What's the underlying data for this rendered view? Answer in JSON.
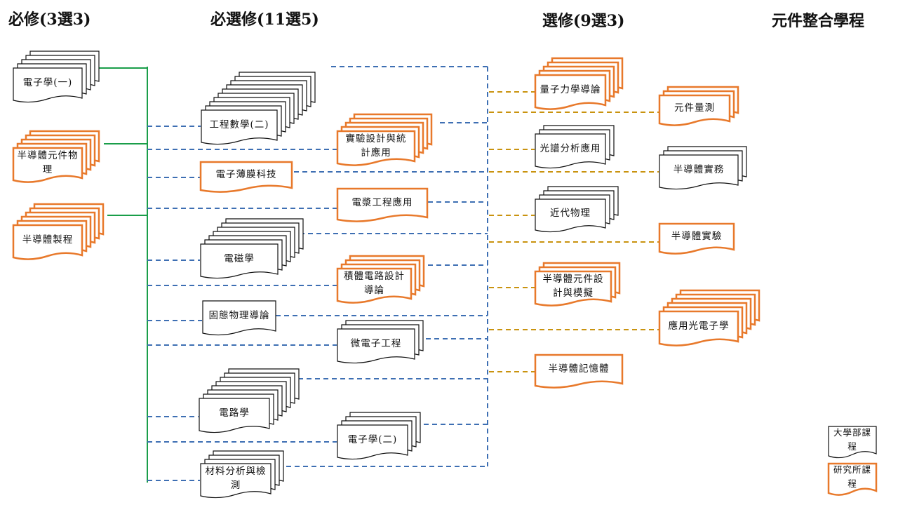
{
  "headers": {
    "required": "必修(3選3)",
    "core_elective": "必選修(11選5)",
    "elective": "選修(9選3)",
    "program": "元件整合學程"
  },
  "colors": {
    "undergraduate_border": "#111111",
    "graduate_border": "#e8792b",
    "required_line": "#1a9e49",
    "core_elective_line": "#3e6fb3",
    "elective_line": "#c9930f"
  },
  "required": [
    {
      "id": "r1",
      "name": "電子學(一)",
      "level": "undergraduate"
    },
    {
      "id": "r2",
      "name": "半導體元件物理",
      "level": "graduate"
    },
    {
      "id": "r3",
      "name": "半導體製程",
      "level": "graduate"
    }
  ],
  "core_elective": [
    {
      "id": "c1",
      "name": "工程數學(二)",
      "level": "undergraduate"
    },
    {
      "id": "c2",
      "name": "實驗設計與統計應用",
      "level": "graduate"
    },
    {
      "id": "c3",
      "name": "電子薄膜科技",
      "level": "graduate"
    },
    {
      "id": "c4",
      "name": "電漿工程應用",
      "level": "graduate"
    },
    {
      "id": "c5",
      "name": "電磁學",
      "level": "undergraduate"
    },
    {
      "id": "c6",
      "name": "積體電路設計導論",
      "level": "graduate"
    },
    {
      "id": "c7",
      "name": "固態物理導論",
      "level": "undergraduate"
    },
    {
      "id": "c8",
      "name": "微電子工程",
      "level": "undergraduate"
    },
    {
      "id": "c9",
      "name": "電路學",
      "level": "undergraduate"
    },
    {
      "id": "c10",
      "name": "電子學(二)",
      "level": "undergraduate"
    },
    {
      "id": "c11",
      "name": "材料分析與檢測",
      "level": "undergraduate"
    }
  ],
  "elective": [
    {
      "id": "e1",
      "name": "量子力學導論",
      "level": "graduate"
    },
    {
      "id": "e2",
      "name": "元件量測",
      "level": "graduate"
    },
    {
      "id": "e3",
      "name": "光譜分析應用",
      "level": "undergraduate"
    },
    {
      "id": "e4",
      "name": "半導體實務",
      "level": "undergraduate"
    },
    {
      "id": "e5",
      "name": "近代物理",
      "level": "undergraduate"
    },
    {
      "id": "e6",
      "name": "半導體實驗",
      "level": "graduate"
    },
    {
      "id": "e7",
      "name": "半導體元件設計與模擬",
      "level": "graduate"
    },
    {
      "id": "e8",
      "name": "應用光電子學",
      "level": "graduate"
    },
    {
      "id": "e9",
      "name": "半導體記憶體",
      "level": "graduate"
    }
  ],
  "legend": [
    {
      "id": "l1",
      "label": "大學部課程",
      "level": "undergraduate"
    },
    {
      "id": "l2",
      "label": "研究所課程",
      "level": "graduate"
    }
  ]
}
